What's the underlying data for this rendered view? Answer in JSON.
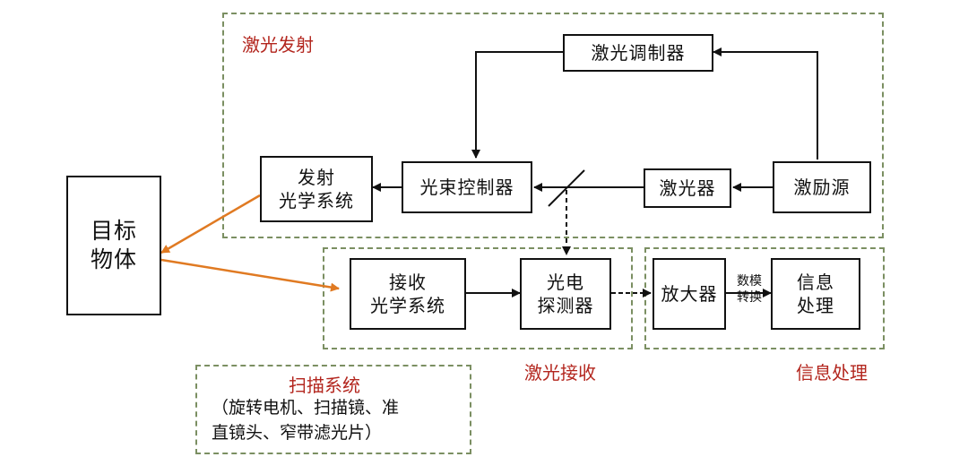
{
  "groups": {
    "laser_emission": "激光发射",
    "laser_receive": "激光接收",
    "info_processing": "信息处理",
    "scan_system": "扫描系统"
  },
  "boxes": {
    "target_object": [
      "目标",
      "物体"
    ],
    "laser_modulator": "激光调制器",
    "emit_optics": [
      "发射",
      "光学系统"
    ],
    "beam_controller": "光束控制器",
    "laser": "激光器",
    "excitation_source": "激励源",
    "receive_optics": [
      "接收",
      "光学系统"
    ],
    "photo_detector": [
      "光电",
      "探测器"
    ],
    "amplifier": "放大器",
    "info_process": [
      "信息",
      "处理"
    ]
  },
  "ad_label": [
    "数模",
    "转换"
  ],
  "scan_system_detail": [
    "（旋转电机、扫描镜、准",
    "直镜头、窄带滤光片）"
  ],
  "colors": {
    "optical_path": "#e07a22",
    "group_border": "#7b8f62",
    "group_title": "#b3261e"
  }
}
